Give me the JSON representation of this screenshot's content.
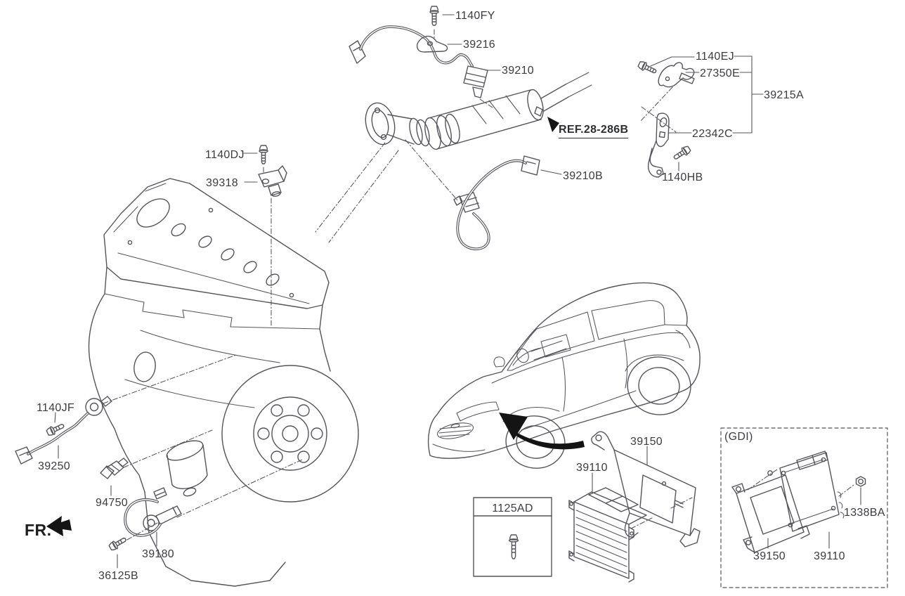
{
  "diagram": {
    "kind": "parts-catalog-diagram",
    "colors": {
      "background": "#ffffff",
      "line": "#54555a",
      "text": "#3b3c3f",
      "accent_black": "#141414"
    },
    "labels": [
      {
        "id": "1140FY",
        "text": "1140FY"
      },
      {
        "id": "39216",
        "text": "39216"
      },
      {
        "id": "39210",
        "text": "39210"
      },
      {
        "id": "1140EJ",
        "text": "1140EJ"
      },
      {
        "id": "27350E",
        "text": "27350E"
      },
      {
        "id": "39215A",
        "text": "39215A"
      },
      {
        "id": "22342C",
        "text": "22342C"
      },
      {
        "id": "1140HB",
        "text": "1140HB"
      },
      {
        "id": "REF",
        "text": "REF.28-286B"
      },
      {
        "id": "39210B",
        "text": "39210B"
      },
      {
        "id": "1140DJ",
        "text": "1140DJ"
      },
      {
        "id": "39318",
        "text": "39318"
      },
      {
        "id": "1140JF",
        "text": "1140JF"
      },
      {
        "id": "39250",
        "text": "39250"
      },
      {
        "id": "94750",
        "text": "94750"
      },
      {
        "id": "39180",
        "text": "39180"
      },
      {
        "id": "36125B",
        "text": "36125B"
      },
      {
        "id": "FR",
        "text": "FR."
      },
      {
        "id": "1125AD",
        "text": "1125AD"
      },
      {
        "id": "39110",
        "text": "39110"
      },
      {
        "id": "39150",
        "text": "39150"
      },
      {
        "id": "GDI",
        "text": "(GDI)"
      },
      {
        "id": "1338BA",
        "text": "1338BA"
      },
      {
        "id": "39150-gdi",
        "text": "39150"
      },
      {
        "id": "39110-gdi",
        "text": "39110"
      }
    ]
  }
}
